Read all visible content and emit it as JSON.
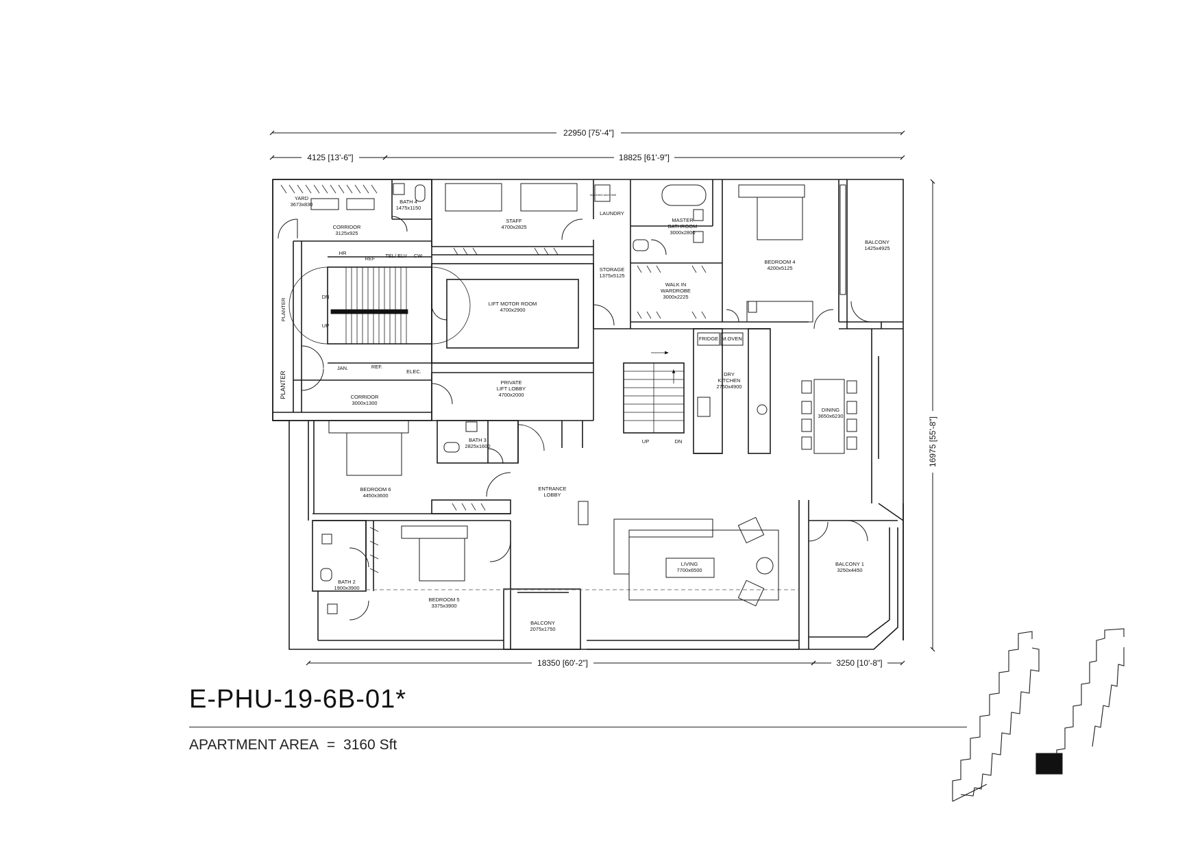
{
  "unit": {
    "code": "E-PHU-19-6B-01*",
    "area_label": "APARTMENT AREA",
    "area_equals": "=",
    "area_value": "3160 Sft"
  },
  "dimensions": {
    "overall_width": "22950 [75'-4\"]",
    "top_left": "4125 [13'-6\"]",
    "top_right": "18825 [61'-9\"]",
    "bottom_left": "18350 [60'-2\"]",
    "bottom_right": "3250 [10'-8\"]",
    "overall_height": "16975 [55'-8\"]"
  },
  "rooms": {
    "yard": {
      "name": "YARD",
      "size": "3673x830"
    },
    "bath4": {
      "name": "BATH 4",
      "size": "1475x1150"
    },
    "staff": {
      "name": "STAFF",
      "size": "4700x2825"
    },
    "laundry": {
      "name": "LAUNDRY"
    },
    "master_bath": {
      "name1": "MASTER",
      "name2": "BATHROOM",
      "size": "3000x2800"
    },
    "bedroom4": {
      "name": "BEDROOM 4",
      "size": "4200x5125"
    },
    "balcony_top": {
      "name": "BALCONY",
      "size": "1425x4925"
    },
    "corridor_top": {
      "name": "CORRIDOR",
      "size": "3125x925"
    },
    "storage": {
      "name": "STORAGE",
      "size": "1375x5125"
    },
    "walkin": {
      "name1": "WALK IN",
      "name2": "WARDROBE",
      "size": "3000x2225"
    },
    "lift_motor": {
      "name": "LIFT MOTOR ROOM",
      "size": "4700x2900"
    },
    "dry_kitchen": {
      "name1": "DRY",
      "name2": "KITCHEN",
      "size": "2750x4900"
    },
    "dining": {
      "name": "DINING",
      "size": "3650x6230"
    },
    "private_lift": {
      "name1": "PRIVATE",
      "name2": "LIFT LOBBY",
      "size": "4700x2000"
    },
    "corridor_bottom": {
      "name": "CORRIDOR",
      "size": "3000x1300"
    },
    "bath3": {
      "name": "BATH 3",
      "size": "2825x1600"
    },
    "bedroom6": {
      "name": "BEDROOM 6",
      "size": "4450x3600"
    },
    "entrance": {
      "name1": "ENTRANCE",
      "name2": "LOBBY"
    },
    "living": {
      "name": "LIVING",
      "size": "7700x6500"
    },
    "balcony1": {
      "name": "BALCONY 1",
      "size": "3250x4450"
    },
    "bath2": {
      "name": "BATH 2",
      "size": "1900x3900"
    },
    "bedroom5": {
      "name": "BEDROOM 5",
      "size": "3375x3900"
    },
    "balcony_bottom": {
      "name": "BALCONY",
      "size": "2075x1750"
    }
  },
  "fixtures": {
    "hr": "HR",
    "ref_top": "REF",
    "tel_elv": "TEL/ ELV",
    "cw": "CW",
    "ref_bottom": "REF.",
    "jan": "JAN.",
    "elec": "ELEC.",
    "fridge": "FRIDGE",
    "m_oven": "M.OVEN",
    "washer": "WASHING MACHINE",
    "dn_stair": "DN",
    "up_stair": "UP",
    "up_main": "UP",
    "dn_main": "DN",
    "planter": "PLANTER"
  },
  "colors": {
    "line": "#1a1a1a",
    "highlight": "#111111",
    "dashed": "#777777"
  }
}
